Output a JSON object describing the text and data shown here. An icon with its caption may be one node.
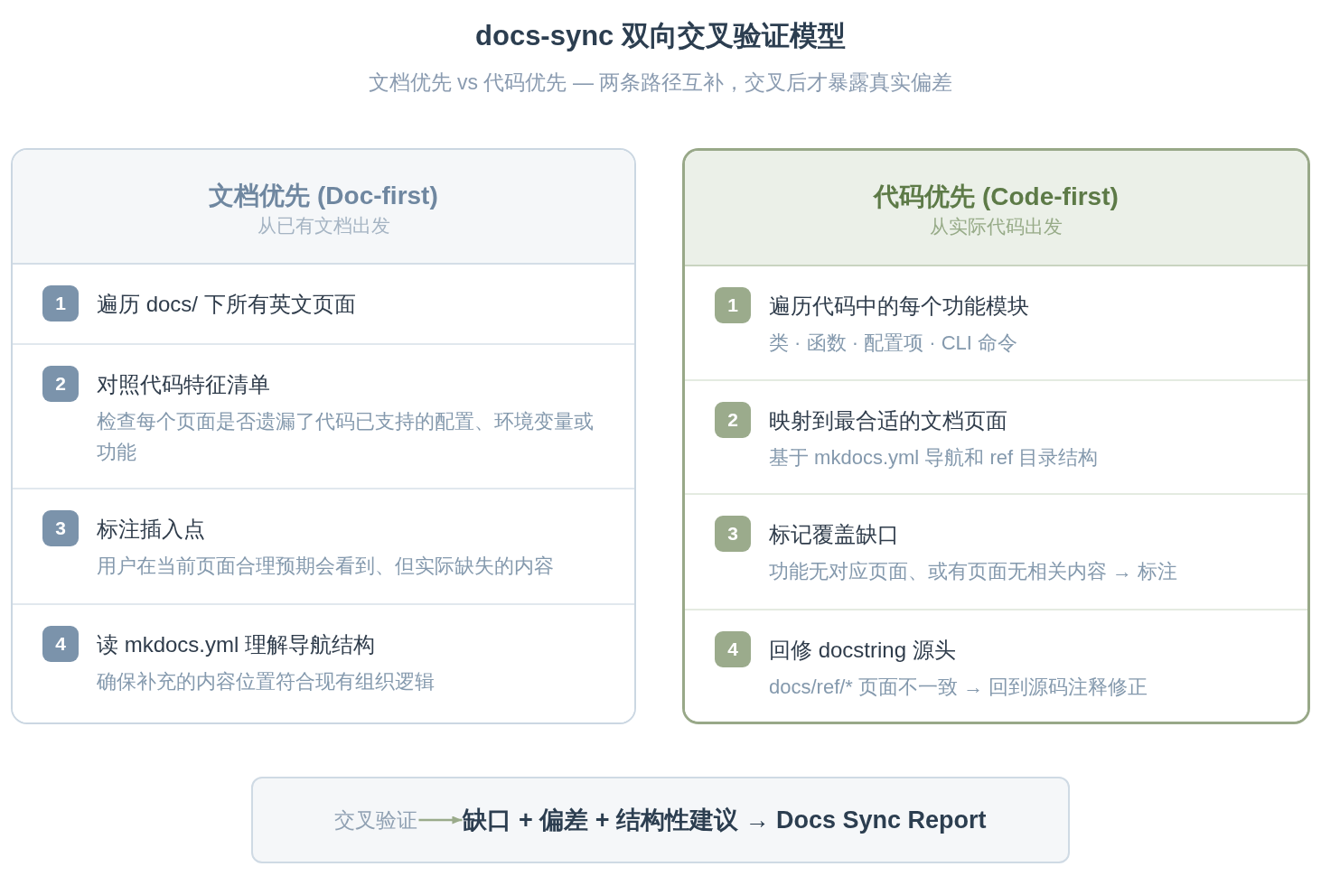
{
  "diagram": {
    "title": "docs-sync 双向交叉验证模型",
    "nodes": [
      {
        "text": [
          "文档优先 (Doc-first)",
          "从已有文档出发"
        ]
      },
      {
        "text": [
          "遍历 docs/ 下所有英文页面"
        ],
        "in": 0
      },
      {
        "text": [
          "1"
        ],
        "in": 1
      },
      {
        "text": [
          "对照代码特征清单",
          "检查每个页面是否遗漏了代码已支持的配置、环境变量或功能"
        ],
        "in": 0
      },
      {
        "text": [
          "2"
        ],
        "in": 3
      },
      {
        "text": [
          "标注插入点",
          "用户在当前页面合理预期会看到、但实际缺失的内容"
        ],
        "in": 0
      },
      {
        "text": [
          "3"
        ],
        "in": 5
      },
      {
        "text": [
          "读 mkdocs.yml 理解导航结构",
          "确保补充的内容位置符合现有组织逻辑"
        ],
        "in": 0
      },
      {
        "text": [
          "4"
        ],
        "in": 7
      },
      {
        "text": [
          "代码优先 (Code-first)",
          "从实际代码出发"
        ]
      },
      {
        "text": [
          "遍历代码中的每个功能模块",
          "类 · 函数 · 配置项 · CLI 命令"
        ],
        "in": 9
      },
      {
        "text": [
          "1"
        ],
        "in": 10
      },
      {
        "text": [
          "映射到最合适的文档页面",
          "基于 mkdocs.yml 导航和 ref 目录结构"
        ],
        "in": 9
      },
      {
        "text": [
          "2"
        ],
        "in": 12
      },
      {
        "text": [
          "标记覆盖缺口",
          "功能无对应页面、或有页面无相关内容 → 标注"
        ],
        "in": 9
      },
      {
        "text": [
          "3"
        ],
        "in": 14
      },
      {
        "text": [
          "回修 docstring 源头",
          "docs/ref/* 页面不一致 → 回到源码注释修正"
        ],
        "in": 9
      },
      {
        "text": [
          "4"
        ],
        "in": 16
      },
      {
        "text": [],
        "shape": "box"
      },
      {
        "text": [
          "交叉验证"
        ],
        "in": 18
      },
      {
        "text": [
          "缺口 + 偏差 + 结构性建议 → Docs Sync Report"
        ],
        "in": 18
      }
    ],
    "edges": [
      {
        "from": 19,
        "to": 20,
        "arrow": "to",
        "color": "#9aab8b"
      }
    ],
    "labels": [
      "文档优先 vs 代码优先 — 两条路径互补，交叉后才暴露真实偏差"
    ]
  }
}
